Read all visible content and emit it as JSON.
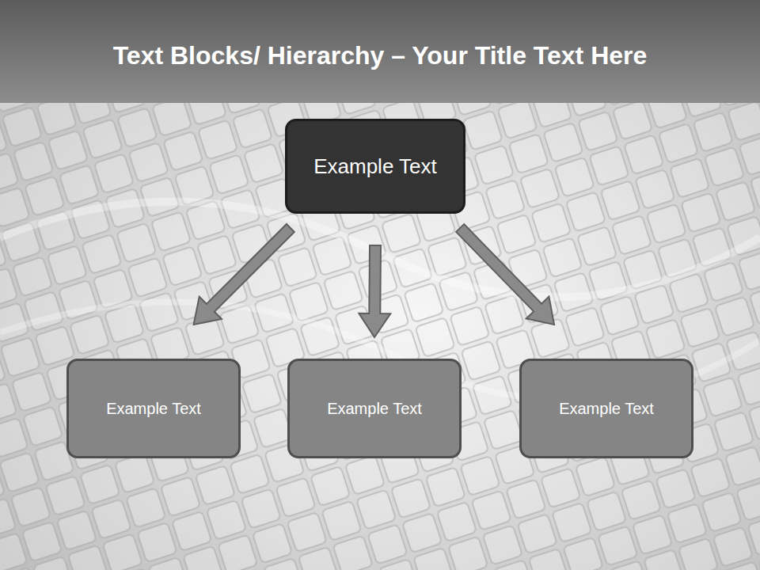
{
  "diagram": {
    "title": "Text Blocks/ Hierarchy – Your Title Text Here",
    "nodes": [
      {
        "text": [
          "Example Text"
        ]
      },
      {
        "text": [
          "Example Text"
        ]
      },
      {
        "text": [
          "Example Text"
        ]
      },
      {
        "text": [
          "Example Text"
        ]
      }
    ],
    "edges": [
      {
        "from": 0,
        "to": 1,
        "arrow": "to"
      },
      {
        "from": 0,
        "to": 2,
        "arrow": "to"
      },
      {
        "from": 0,
        "to": 3,
        "arrow": "to"
      }
    ]
  }
}
